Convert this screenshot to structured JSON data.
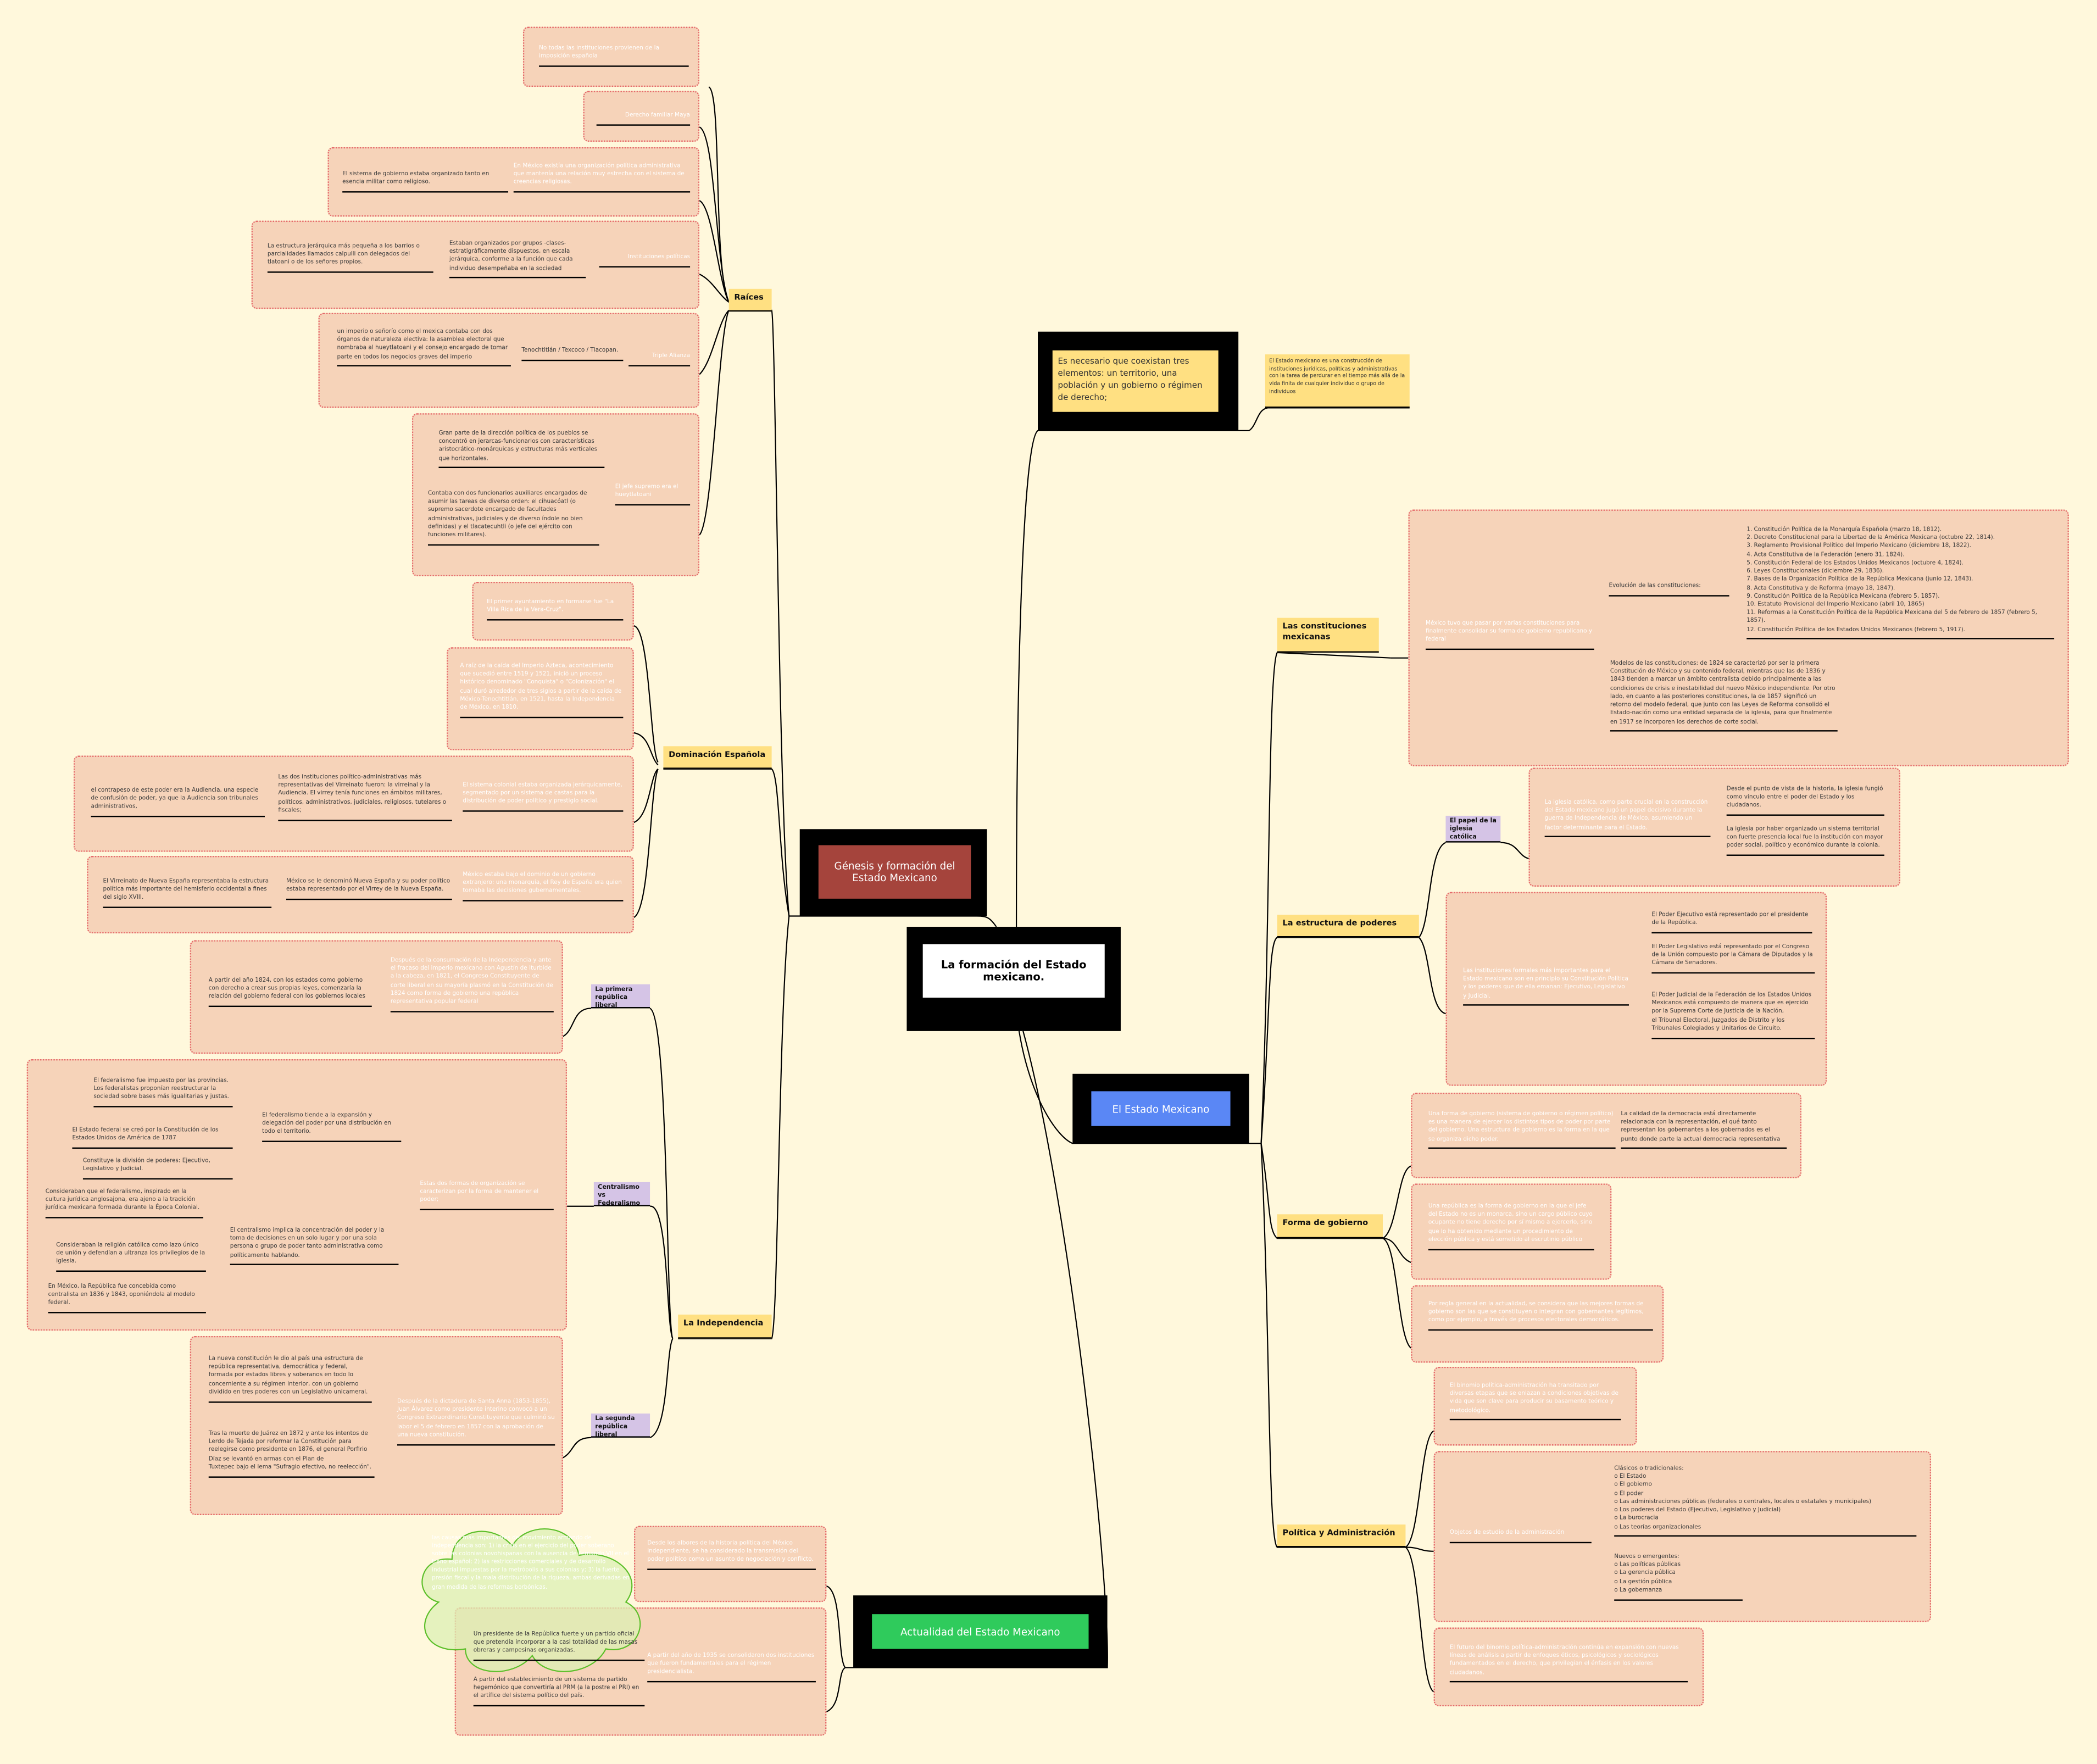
{
  "root": {
    "title": "La formación del Estado mexicano."
  },
  "colors": {
    "background": "#fff8dc",
    "box": "#f6d3b9",
    "box_border": "#e56b6b",
    "label_yellow": "#ffe082",
    "label_purple": "#d5c4e6",
    "genesis": "#a5443c",
    "estado": "#5a87f5",
    "actualidad": "#2fcb5c"
  },
  "genesis": {
    "title": "Génesis y formación del Estado Mexicano",
    "raices": {
      "label": "Raíces",
      "r1": "No todas las instituciones provienen de la imposición española",
      "r2": "Derecho familiar Maya",
      "r3": {
        "text": "En México existía una organización política administrativa que mantenía una relación muy estrecha con el sistema de creencias religiosas.",
        "child": "El sistema de gobierno estaba organizado tanto en esencia militar como religioso."
      },
      "r4": {
        "text": "Instituciones políticas",
        "child": "Estaban organizados por grupos -clases- estratigráficamente dispuestos, en escala jerárquica, conforme a la función que cada individuo desempeñaba en la sociedad",
        "grandchild": "La estructura jerárquica más pequeña a los barrios o parcialidades llamados calpulli con delegados del tlatoani o de los señores propios."
      },
      "r5": {
        "text": "Triple Alianza",
        "child": "Tenochtitlán / Texcoco / Tlacopan.",
        "grandchild": "un imperio o señorío como el mexica contaba con dos órganos de naturaleza electiva: la asamblea electoral que nombraba al hueytlatoani y el consejo encargado de tomar parte en todos los negocios graves del imperio"
      },
      "r6": {
        "text": "El jefe supremo era el hueytlatoani",
        "child1": "Gran parte de la dirección política de los pueblos se concentró en jerarcas-funcionarios con características aristocrático-monárquicas y estructuras más verticales que horizontales.",
        "child2": "Contaba con dos funcionarios auxiliares encargados de asumir las tareas de diverso orden: el cihuacóatl (o supremo sacerdote encargado de facultades administrativas, judiciales y de diverso índole no bien definidas) y el tlacatecuhtli (o jefe del ejército con funciones militares)."
      }
    },
    "dominacion": {
      "label": "Dominación Española",
      "d1": "El primer ayuntamiento en formarse fue \"La Villa Rica de la Vera-Cruz\".",
      "d2": "A raíz de la caída del Imperio Azteca, acontecimiento que sucedió entre 1519 y 1521, inició un proceso histórico denominado \"Conquista\" o \"Colonización\" el cual duró alrededor de tres siglos a partir de la caída de México-Tenochtitlán, en 1521, hasta la Independencia de México, en 1810.",
      "d3": {
        "text": "El sistema colonial estaba organizada jerárquicamente, segmentado por un sistema de castas para la distribución de poder político y prestigio social.",
        "child": "Las dos instituciones político-administrativas más representativas del Virreinato fueron: la virreinal y la Audiencia. El virrey tenía funciones en ámbitos militares, políticos, administrativos, judiciales, religiosos, tutelares o fiscales;",
        "grandchild": "el contrapeso de este poder era la Audiencia, una especie de confusión de poder, ya que la Audiencia son tribunales administrativos,"
      },
      "d4": {
        "text": "México estaba bajo el dominio de un gobierno extranjero: una monarquía, el Rey de España era quien tomaba las decisiones gubernamentales.",
        "child": "México se le denominó Nueva España y su poder político estaba representado por el Virrey de la Nueva España.",
        "grandchild": "El Virreinato de Nueva España representaba la estructura política más importante del hemisferio occidental a fines del siglo XVIII."
      }
    },
    "independencia": {
      "label": "La Independencia",
      "primera": {
        "label": "La primera república liberal",
        "text": "Después de la consumación de la Independencia y ante el fracaso del imperio mexicano con Agustín de Iturbide a la cabeza, en 1821, el Congreso Constituyente de corte liberal en su mayoría plasmó en la Constitución de 1824 como forma de gobierno una república representativa popular federal",
        "child": "A partir del año 1824, con los estados como gobierno con derecho a crear sus propias leyes, comenzaría la relación del gobierno federal con los gobiernos locales"
      },
      "centralismo": {
        "label": "Centralismo vs Federalismo",
        "text": "Estas dos formas de organización se caracterizan por la forma de mantener el poder;",
        "fed": "El federalismo tiende a la expansión y delegación del poder por una distribución en todo el territorio.",
        "fed_items": [
          "El federalismo fue impuesto por las provincias. Los federalistas proponían reestructurar la sociedad sobre bases más igualitarias y justas.",
          "El Estado federal se creó por la Constitución de los Estados Unidos de América de 1787",
          "Constituye la división de poderes: Ejecutivo, Legislativo y Judicial."
        ],
        "cen": "El centralismo implica la concentración del poder y la toma de decisiones en un solo lugar y por una sola persona o grupo de poder tanto administrativa como políticamente hablando.",
        "cen_items": [
          "Consideraban que el federalismo, inspirado en la cultura jurídica anglosajona, era ajeno a la tradición jurídica mexicana formada durante la Época Colonial.",
          "Consideraban la religión católica como lazo único de unión y defendían a ultranza los privilegios de la iglesia.",
          "En México, la República fue concebida como centralista en 1836 y 1843, oponiéndola al modelo federal."
        ]
      },
      "segunda": {
        "label": "La segunda república liberal",
        "text": "Después de la dictadura de Santa Anna (1853-1855), Juan Álvarez como presidente interino convocó a un Congreso Extraordinario Constituyente que culminó su labor el 5 de febrero en 1857 con la aprobación de una nueva constitución.",
        "child1": "La nueva constitución le dio al país una estructura de república representativa, democrática y federal, formada por estados libres y soberanos en todo lo concerniente a su régimen interior, con un gobierno dividido en tres poderes con un Legislativo unicameral.",
        "child2": "Tras la muerte de Juárez en 1872 y ante los intentos de Lerdo de Tejada por reformar la Constitución para reelegirse como presidente en 1876, el general Porfirio Díaz se levantó en armas con el Plan de\nTuxtepec bajo el lema \"Sufragio efectivo, no reelección\"."
      }
    }
  },
  "actualidad": {
    "title": "Actualidad del Estado Mexicano",
    "a1": "Desde los albores de la historia política del México independiente, se ha considerado la transmisión del poder político como un asunto de negociación y conflicto.",
    "a2": {
      "text": "A partir del año de 1935 se consolidaron dos instituciones que fueron fundamentales para el régimen presidencialista.",
      "child1": "Un presidente de la República fuerte y un partido oficial que pretendía incorporar a la casi totalidad de las masas obreras y campesinas organizadas.",
      "child2": "A partir del establecimiento de un sistema de partido hegemónico que convertiría al PRM (a la postre el PRI) en el artífice del sistema político del país."
    },
    "cloud": "las causas más importantes del movimiento armando de independencia son: 1) la crisis en el ejercicio del poder soberano sobre las colonias novohispanas con la ausencia de Fernando VII en el trono español; 2) las restricciones comerciales y de desarrollo industrial impuestas por la metrópolis a sus colonias y; 3) la fuerte presión fiscal y la mala distribución de la riqueza, ambas derivadas en gran medida de las reformas borbónicas."
  },
  "elementos": {
    "text": "Es necesario que coexistan tres elementos: un territorio, una población y un gobierno o régimen de derecho;",
    "child": "El Estado mexicano es una construcción de instituciones jurídicas, políticas y administrativas con la tarea de perdurar en el tiempo más allá de la vida finita de cualquier individuo o grupo de individuos"
  },
  "estado": {
    "title": "El Estado Mexicano",
    "constituciones": {
      "label": "Las constituciones mexicanas",
      "text": "México tuvo que pasar por varias constituciones para finalmente consolidar su forma de gobierno republicano y federal",
      "evolucion": "Evolución de las constituciones:",
      "list": "1. Constitución Política de la Monarquía Española (marzo 18, 1812).\n2. Decreto Constitucional para la Libertad de la América Mexicana (octubre 22, 1814).\n3.  Reglamento Provisional Político del Imperio Mexicano (diciembre 18, 1822).\n4. Acta Constitutiva de la Federación (enero 31, 1824).\n5. Constitución Federal de los Estados Unidos Mexicanos (octubre 4, 1824).\n6.  Leyes Constitucionales (diciembre 29, 1836).\n7.  Bases de la Organización Política de la República Mexicana (junio 12, 1843).\n8. Acta Constitutiva y de Reforma (mayo 18, 1847).\n9. Constitución Política de la República Mexicana (febrero 5, 1857).\n10. Estatuto Provisional del Imperio Mexicano (abril 10, 1865)\n11.  Reformas a la Constitución Política de la República Mexicana del 5 de febrero de 1857 (febrero 5, 1857).\n12.  Constitución Política de los Estados Unidos Mexicanos (febrero 5, 1917).",
      "modelos": "Modelos de las constituciones: de 1824 se caracterizó por ser la primera Constitución de México y su contenido federal, mientras que las de 1836 y 1843 tienden a marcar un ámbito centralista debido principalmente a las condiciones de crisis e inestabilidad del nuevo México independiente. Por otro lado, en cuanto a las posteriores constituciones, la de 1857 significó un retorno del modelo federal, que junto con las Leyes de Reforma consolidó el Estado-nación como una entidad separada de la iglesia, para que finalmente en 1917 se incorporen los derechos de corte social."
    },
    "poderes": {
      "label": "La estructura de poderes",
      "iglesia_label": "El papel de la iglesia católica",
      "iglesia": "La iglesia católica, como parte crucial en la construcción del Estado mexicano jugó un papel decisivo durante la guerra de Independencia de México, asumiendo un factor determinante para el Estado.",
      "iglesia1": "Desde el punto de vista de la historia, la iglesia fungió como vínculo entre el poder del Estado y los ciudadanos.",
      "iglesia2": "La iglesia por haber organizado un sistema territorial con fuerte presencia local fue la institución con mayor poder social, político y económico durante la colonia.",
      "text": "Las instituciones formales más importantes para el Estado mexicano son en principio su Constitución Política y los poderes que de ella emanan: Ejecutivo, Legislativo y Judicial.",
      "ejecutivo": "El Poder Ejecutivo está representado por el presidente de la República.",
      "legislativo": "El Poder Legislativo está representado por el Congreso de la Unión compuesto por la Cámara de Diputados y la Cámara de Senadores.",
      "judicial": "El Poder Judicial de la Federación de los Estados Unidos\n Mexicanos está compuesto de manera que es ejercido por la Suprema Corte de Justicia de la Nación,\n el Tribunal Electoral, Juzgados de Distrito y los Tribunales Colegiados y Unitarios de Circuito."
    },
    "forma": {
      "label": "Forma de gobierno",
      "f1": "Una forma de gobierno (sistema de gobierno o régimen político) es una manera de ejercer los distintos tipos de poder por parte del gobierno. Una estructura de gobierno es la forma en la que se organiza dicho poder.",
      "f1_child": "La calidad de la democracia está directamente relacionada con la representación, el qué tanto representan los gobernantes a los gobernados es el punto donde parte la actual democracia representativa",
      "f2": "Una república es la forma de gobierno en la que el jefe del Estado no es un monarca, sino un cargo público cuyo ocupante no tiene derecho por sí mismo a ejercerlo, sino que lo ha obtenido mediante un procedimiento de elección pública y está sometido al escrutinio público",
      "f3": "Por regla general en la actualidad, se considera que las mejores formas de gobierno son las que se constituyen o integran con gobernantes legítimos, como por ejemplo, a través de procesos electorales democráticos."
    },
    "politica": {
      "label": "Política y Administración",
      "p1": "El binomio política-administración ha transitado por diversas etapas que se enlazan a condiciones objetivas de vida que son clave para producir su basamento teórico y metodológico.",
      "p2": "Objetos de estudio de la administración",
      "clasicos": "   Clásicos o tradicionales:\no El Estado\no El gobierno\no El poder\no Las administraciones públicas (federales o centrales, locales o estatales y municipales)\no Los poderes del Estado (Ejecutivo, Legislativo y Judicial)\no La burocracia\no Las teorías organizacionales",
      "nuevos": "   Nuevos o emergentes:\no Las políticas públicas\no La gerencia pública\no La gestión pública\no La gobernanza",
      "p3": "El futuro del binomio política-administración continúa en expansión con nuevas líneas de análisis a partir de enfoques éticos, psicológicos y sociológicos fundamentados en el derecho, que privilegian el énfasis en los valores ciudadanos."
    }
  }
}
